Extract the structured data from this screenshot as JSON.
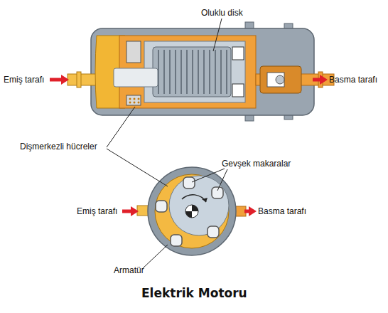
{
  "diagram": {
    "caption": "Elektrik Motoru",
    "labels": [
      "Oluklu disk",
      "Emiş tarafı",
      "Basma tarafı",
      "Dişmerkezli hücreler",
      "Gevşek makaralar",
      "Emiş tarafı",
      "Basma tarafı",
      "Armatür"
    ]
  }
}
